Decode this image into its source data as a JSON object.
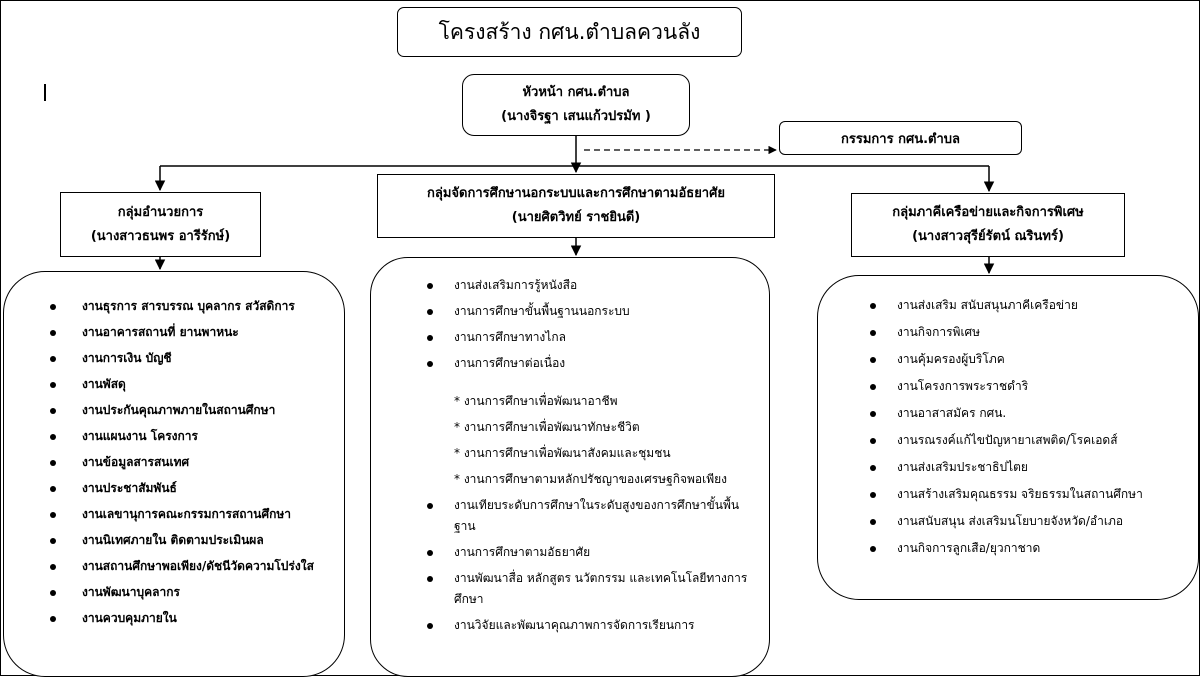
{
  "title": "โครงสร้าง กศน.ตำบลควนลัง",
  "head": {
    "title": "หัวหน้า กศน.ตำบล",
    "name": "(นางจิรฐา เสนแก้วปรมัท )"
  },
  "committee": {
    "label": "กรรมการ กศน.ตำบล"
  },
  "groups": [
    {
      "title": "กลุ่มอำนวยการ",
      "name": "(นางสาวธนพร อารีรักษ์)",
      "items": [
        "งานธุรการ สารบรรณ บุคลากร สวัสดิการ",
        "งานอาคารสถานที่ ยานพาหนะ",
        "งานการเงิน บัญชี",
        "งานพัสดุ",
        "งานประกันคุณภาพภายในสถานศึกษา",
        "งานแผนงาน โครงการ",
        "งานข้อมูลสารสนเทศ",
        "งานประชาสัมพันธ์",
        "งานเลขานุการคณะกรรมการสถานศึกษา",
        "งานนิเทศภายใน ติดตามประเมินผล",
        "งานสถานศึกษาพอเพียง/ดัชนีวัดความโปร่งใส",
        "งานพัฒนาบุคลากร",
        "งานควบคุมภายใน"
      ]
    },
    {
      "title": "กลุ่มจัดการศึกษานอกระบบและการศึกษาตามอัธยาศัย",
      "name": "(นายศิตวิทย์ ราชยินดี)",
      "items": [
        "งานส่งเสริมการรู้หนังสือ",
        "งานการศึกษาขั้นพื้นฐานนอกระบบ",
        "งานการศึกษาทางไกล",
        "งานการศึกษาต่อเนื่อง",
        "งานเทียบระดับการศึกษาในระดับสูงของการศึกษาขั้นพื้นฐาน",
        "งานการศึกษาตามอัธยาศัย",
        "งานพัฒนาสื่อ หลักสูตร นวัตกรรม และเทคโนโลยีทางการศึกษา",
        "งานวิจัยและพัฒนาคุณภาพการจัดการเรียนการ"
      ],
      "subitems": [
        "* งานการศึกษาเพื่อพัฒนาอาชีพ",
        "* งานการศึกษาเพื่อพัฒนาทักษะชีวิต",
        "* งานการศึกษาเพื่อพัฒนาสังคมและชุมชน",
        "* งานการศึกษาตามหลักปรัชญาของเศรษฐกิจพอเพียง"
      ]
    },
    {
      "title": "กลุ่มภาคีเครือข่ายและกิจการพิเศษ",
      "name": "(นางสาวสุรีย์รัตน์ ณรินทร์)",
      "items": [
        "งานส่งเสริม สนับสนุนภาคีเครือข่าย",
        "งานกิจการพิเศษ",
        "งานคุ้มครองผู้บริโภค",
        "งานโครงการพระราชดำริ",
        "งานอาสาสมัคร กศน.",
        "งานรณรงค์แก้ไขปัญหายาเสพติด/โรคเอดส์",
        "งานส่งเสริมประชาธิปไตย",
        "งานสร้างเสริมคุณธรรม จริยธรรมในสถานศึกษา",
        "งานสนับสนุน ส่งเสริมนโยบายจังหวัด/อำเภอ",
        "งานกิจการลูกเสือ/ยุวกาชาด"
      ]
    }
  ]
}
